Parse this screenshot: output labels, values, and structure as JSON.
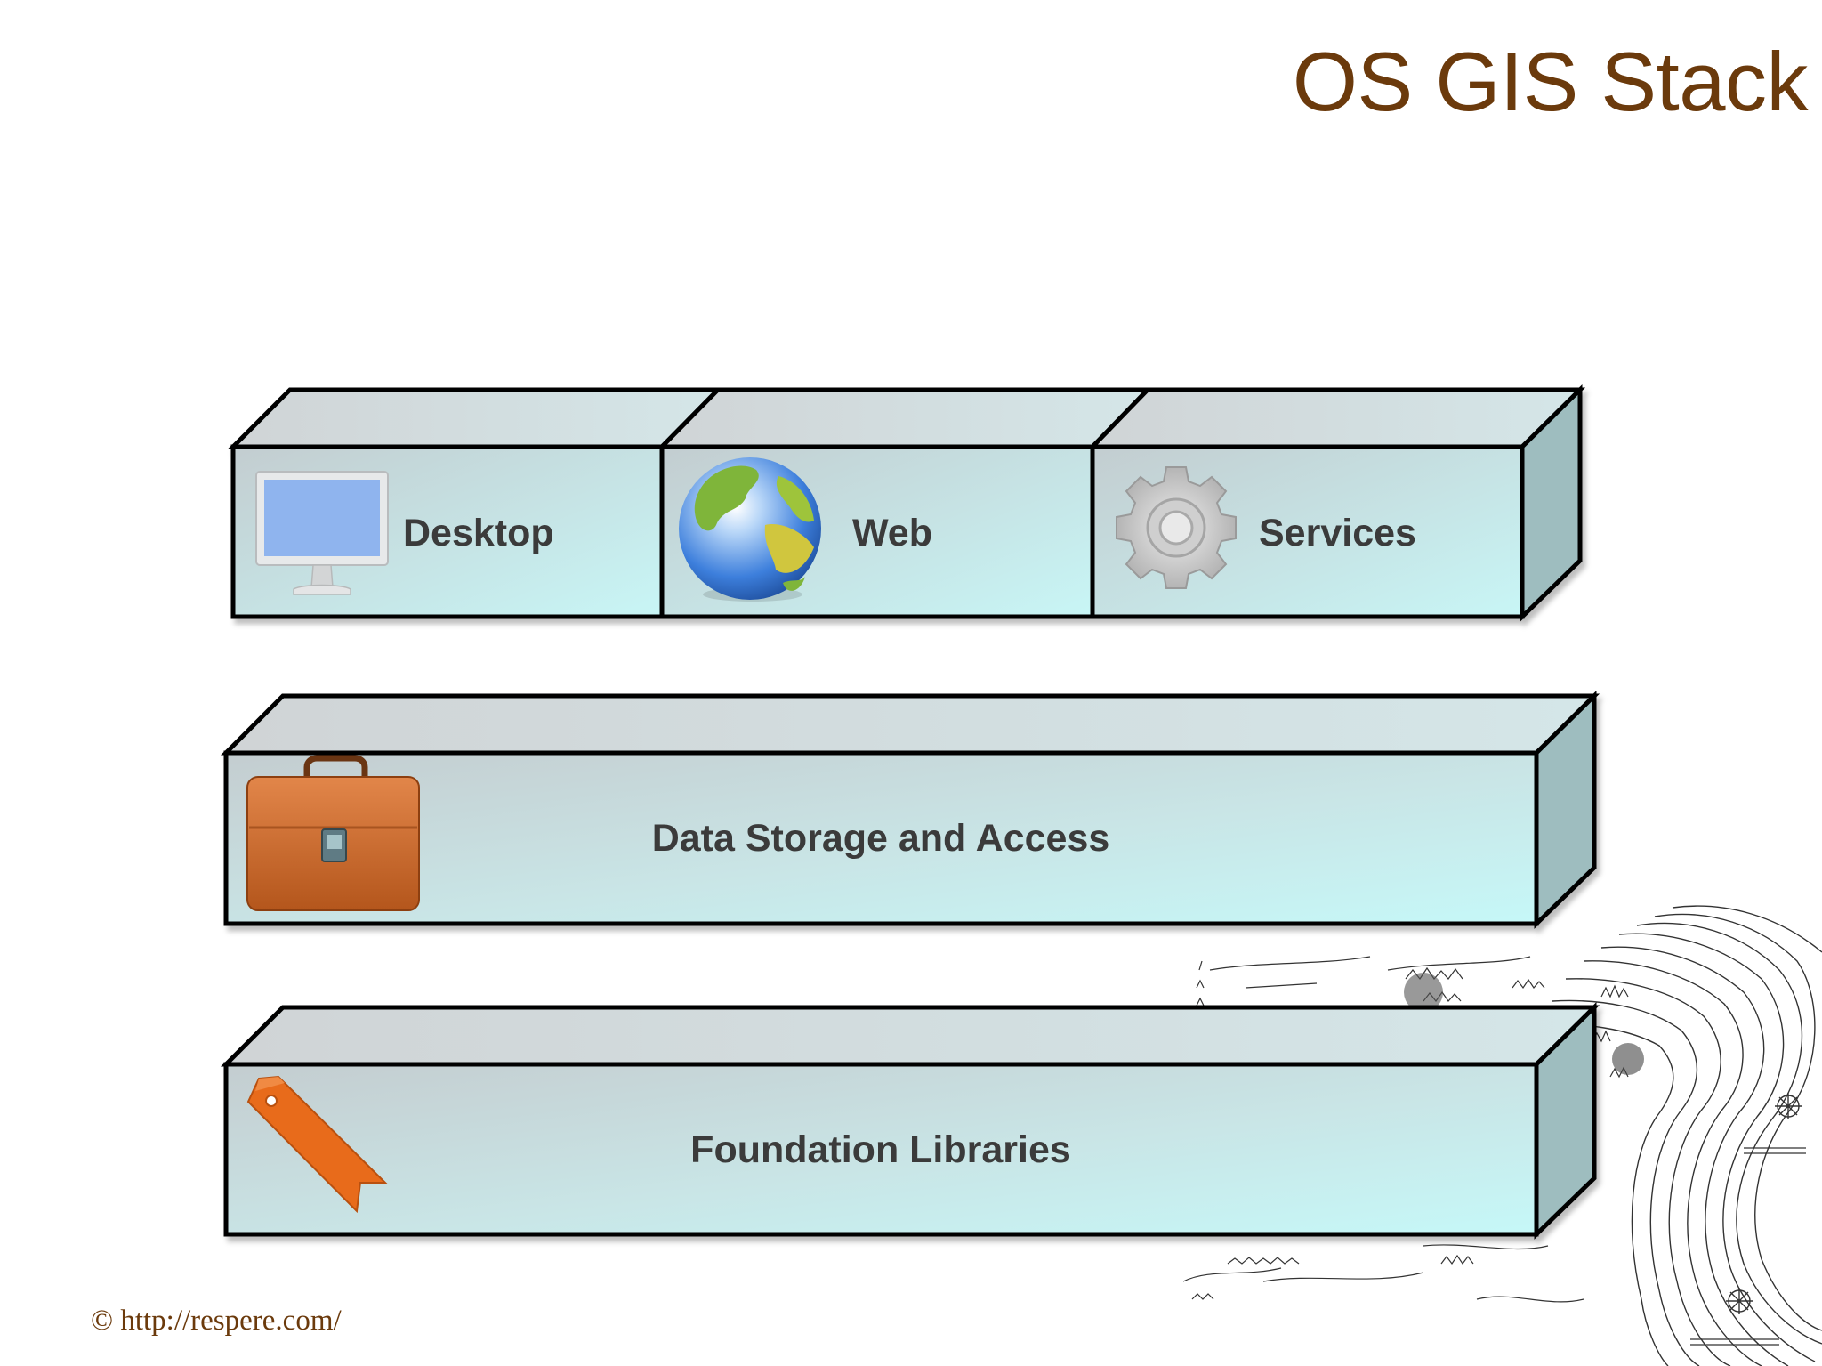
{
  "slide": {
    "title": "OS GIS Stack",
    "footer": "© http://respere.com/"
  },
  "colors": {
    "title": "#6b3a0c",
    "box_front": "#c9f5f5",
    "box_top": "#d8dcdc",
    "box_side": "#9fbebe",
    "outline": "#000000"
  },
  "layers": {
    "top": [
      {
        "label": "Desktop",
        "icon": "monitor-icon"
      },
      {
        "label": "Web",
        "icon": "globe-icon"
      },
      {
        "label": "Services",
        "icon": "gear-icon"
      }
    ],
    "middle": {
      "label": "Data Storage and Access",
      "icon": "briefcase-icon"
    },
    "bottom": {
      "label": "Foundation Libraries",
      "icon": "bookmark-icon"
    }
  },
  "background": {
    "image": "middle-earth-map"
  }
}
